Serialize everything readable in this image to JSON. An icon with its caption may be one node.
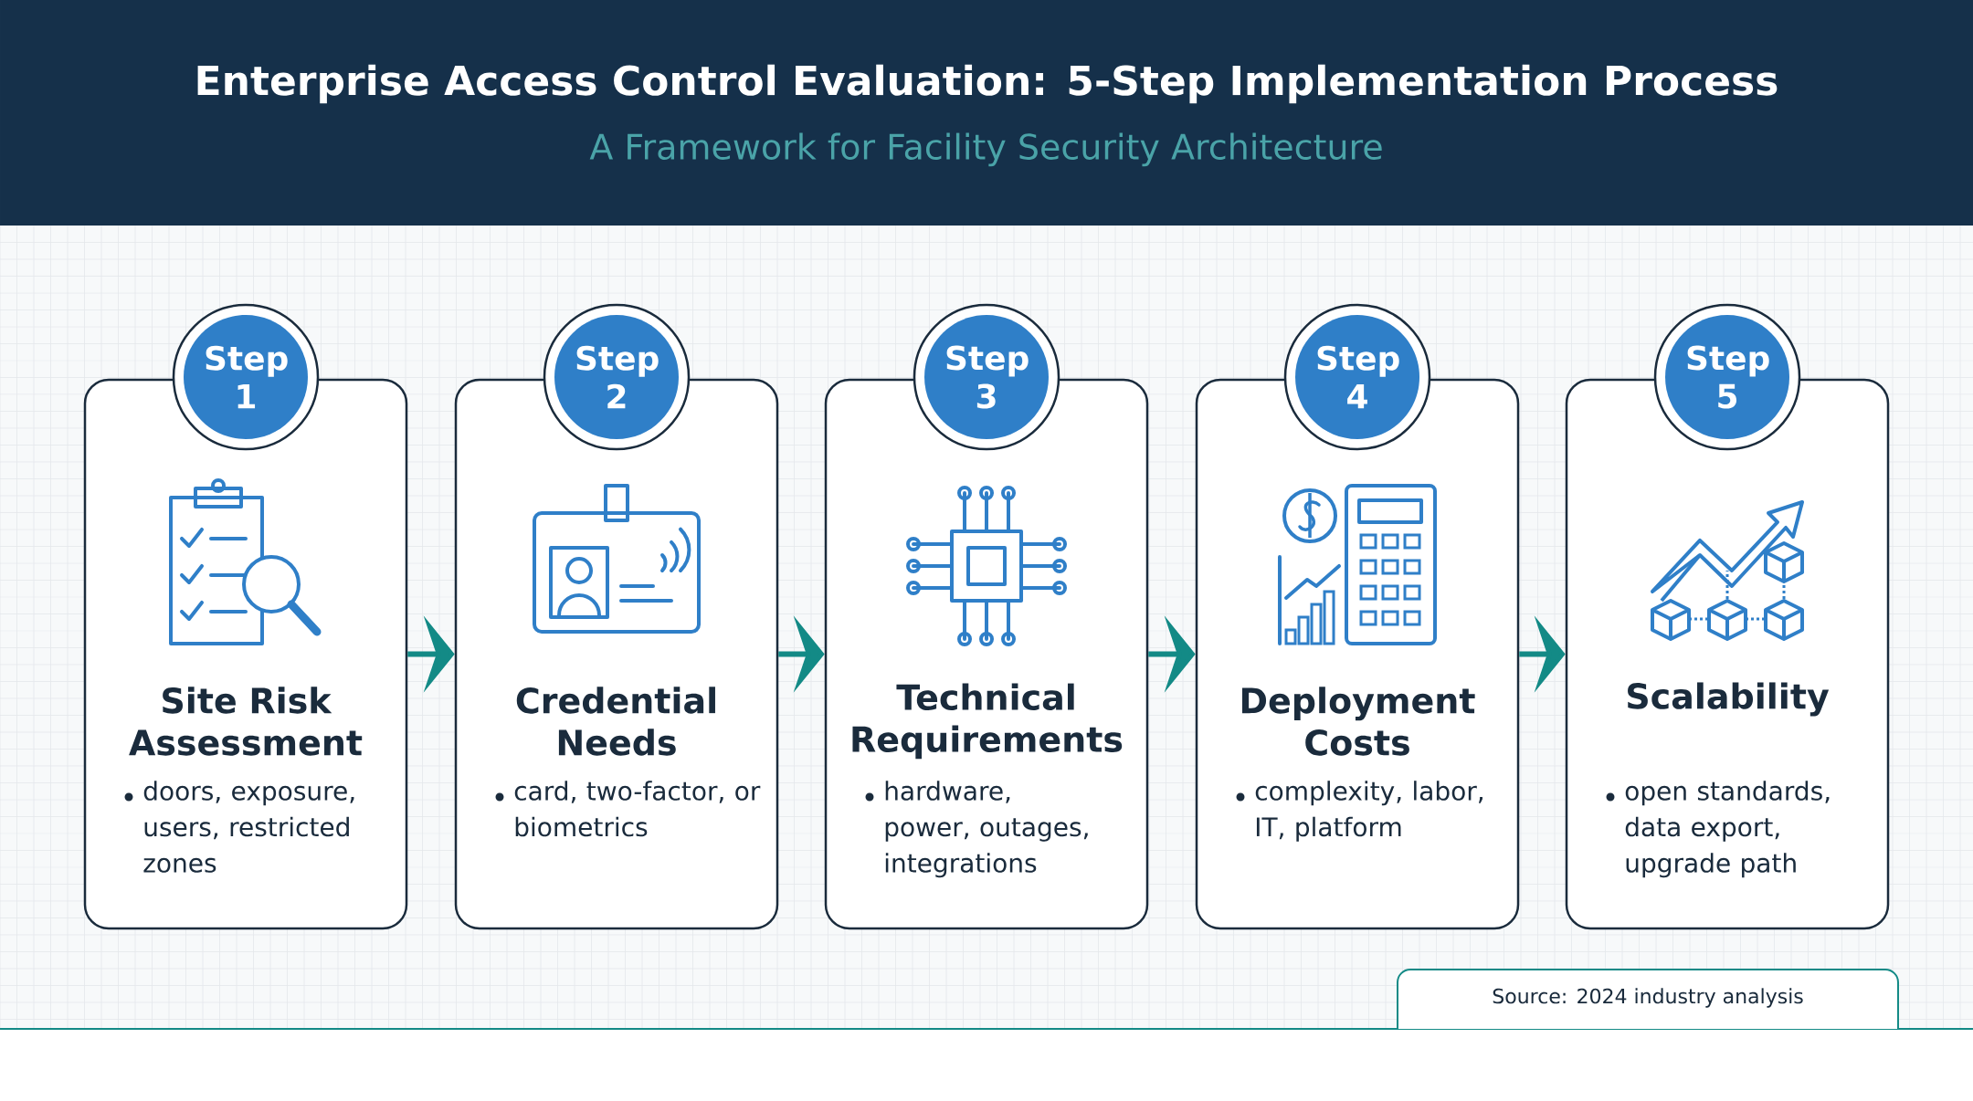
{
  "diagram": {
    "title": "Enterprise Access Control Evaluation: 5-Step Implementation Process",
    "nodes": [
      {
        "text": [
          "Step 1",
          "Site Risk Assessment",
          "doors, exposure, users, restricted zones"
        ]
      },
      {
        "text": [
          "Step 2",
          "Credential Needs",
          "card, two-factor, or biometrics"
        ]
      },
      {
        "text": [
          "Step 3",
          "Technical Requirements",
          "hardware, power, outages, integrations"
        ]
      },
      {
        "text": [
          "Step 4",
          "Deployment Costs",
          "complexity, labor, IT, platform"
        ]
      },
      {
        "text": [
          "Step 5",
          "Scalability",
          "open standards, data export, upgrade path"
        ]
      }
    ],
    "edges": [
      {
        "from": 0,
        "to": 1,
        "arrow": "to"
      },
      {
        "from": 1,
        "to": 2,
        "arrow": "to"
      },
      {
        "from": 2,
        "to": 3,
        "arrow": "to"
      },
      {
        "from": 3,
        "to": 4,
        "arrow": "to"
      }
    ],
    "labels": [
      "A Framework for Facility Security Architecture",
      "Source: 2024 industry analysis"
    ]
  }
}
